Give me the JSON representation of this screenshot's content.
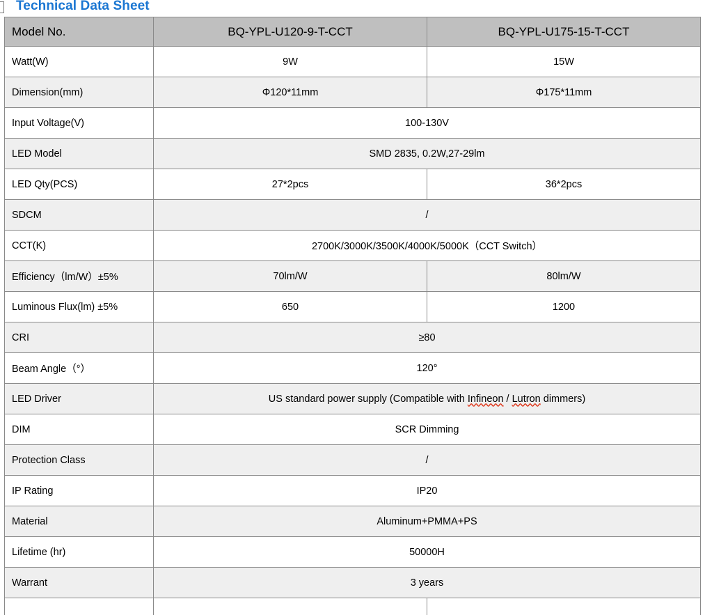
{
  "page": {
    "title": "Technical Data Sheet",
    "title_color": "#1a76d2",
    "header_bg": "#bfbfbf",
    "shade_bg": "#efefef",
    "border_color": "#8a8a8a",
    "spellcheck_color": "#e03a1e"
  },
  "table": {
    "header": {
      "label": "Model No.",
      "model_a": "BQ-YPL-U120-9-T-CCT",
      "model_b": "BQ-YPL-U175-15-T-CCT"
    },
    "rows": [
      {
        "label": "Watt(W)",
        "span": false,
        "a": "9W",
        "b": "15W"
      },
      {
        "label": "Dimension(mm)",
        "span": false,
        "a": "Φ120*11mm",
        "b": "Φ175*11mm"
      },
      {
        "label": "Input Voltage(V)",
        "span": true,
        "value": "100-130V"
      },
      {
        "label": "LED Model",
        "span": true,
        "value": "SMD 2835, 0.2W,27-29lm"
      },
      {
        "label": "LED Qty(PCS)",
        "span": false,
        "a": "27*2pcs",
        "b": "36*2pcs"
      },
      {
        "label": "SDCM",
        "span": true,
        "value": "/"
      },
      {
        "label": "CCT(K)",
        "span": true,
        "value": "2700K/3000K/3500K/4000K/5000K（CCT Switch）"
      },
      {
        "label": "Efficiency（lm/W）±5%",
        "span": false,
        "a": "70lm/W",
        "b": "80lm/W"
      },
      {
        "label": "Luminous Flux(lm) ±5%",
        "span": false,
        "a": "650",
        "b": "1200"
      },
      {
        "label": "CRI",
        "span": true,
        "value": "≥80"
      },
      {
        "label": "Beam Angle（°）",
        "span": true,
        "value": "120°"
      },
      {
        "label": "LED Driver",
        "span": true,
        "value": "LED_DRIVER_RICH"
      },
      {
        "label": "DIM",
        "span": true,
        "value": "SCR Dimming"
      },
      {
        "label": "Protection Class",
        "span": true,
        "value": "/"
      },
      {
        "label": "IP Rating",
        "span": true,
        "value": "IP20"
      },
      {
        "label": "Material",
        "span": true,
        "value": "Aluminum+PMMA+PS"
      },
      {
        "label": "Lifetime (hr)",
        "span": true,
        "value": "50000H"
      },
      {
        "label": "Warrant",
        "span": true,
        "value": "3 years"
      }
    ],
    "led_driver": {
      "prefix": "US standard power supply (Compatible with ",
      "word1": "Infineon",
      "middle": " / ",
      "word2": "Lutron",
      "suffix": " dimmers)"
    }
  }
}
